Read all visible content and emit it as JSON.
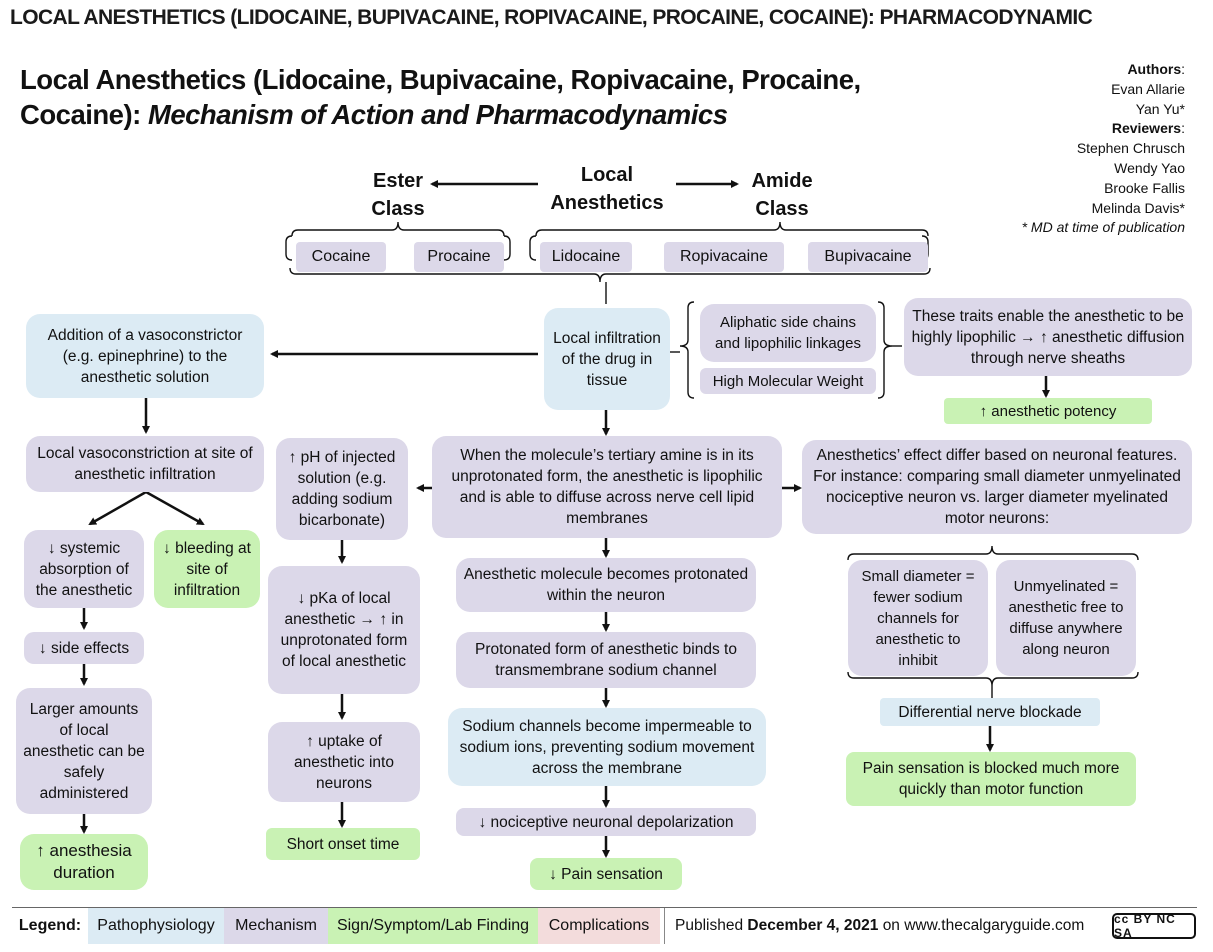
{
  "topbar": {
    "text": "LOCAL ANESTHETICS (LIDOCAINE, BUPIVACAINE, ROPIVACAINE, PROCAINE, COCAINE): PHARMACODYNAMIC"
  },
  "title": {
    "main": "Local Anesthetics (Lidocaine, Bupivacaine, Ropivacaine, Procaine, Cocaine):",
    "italic": "Mechanism of Action and Pharmacodynamics"
  },
  "credits": {
    "authors_label": "Authors",
    "authors": [
      "Evan Allarie",
      "Yan Yu*"
    ],
    "reviewers_label": "Reviewers",
    "reviewers": [
      "Stephen Chrusch",
      "Wendy Yao",
      "Brooke Fallis",
      "Melinda Davis*"
    ],
    "note": "* MD at time of publication"
  },
  "classes": {
    "ester": "Ester Class",
    "local": "Local Anesthetics",
    "amide": "Amide Class",
    "ester_drugs": [
      "Cocaine",
      "Procaine"
    ],
    "amide_drugs": [
      "Lidocaine",
      "Ropivacaine",
      "Bupivacaine"
    ]
  },
  "nodes": {
    "local_infiltration": "Local infiltration of the drug in tissue",
    "aliphatic": "Aliphatic side chains and lipophilic linkages",
    "high_mw": "High Molecular Weight",
    "traits": "These traits enable the anesthetic to be highly lipophilic → ↑ anesthetic diffusion through nerve sheaths",
    "potency": "↑ anesthetic potency",
    "vasoconstrictor": "Addition of a vasoconstrictor (e.g. epinephrine) to the anesthetic solution",
    "vasoconstriction": "Local vasoconstriction at site of anesthetic infiltration",
    "systemic": "↓ systemic absorption of the anesthetic",
    "bleeding": "↓ bleeding at site of infiltration",
    "side_effects": "↓ side effects",
    "larger_amounts": "Larger amounts of local anesthetic can be safely administered",
    "duration": "↑ anesthesia duration",
    "ph": "↑ pH of injected solution (e.g. adding sodium bicarbonate)",
    "pka": "↓ pKa of local anesthetic → ↑ in unprotonated form of local anesthetic",
    "uptake": "↑ uptake of anesthetic into neurons",
    "onset": "Short onset time",
    "tertiary": "When the molecule’s tertiary amine is in its unprotonated form, the anesthetic is lipophilic and is able to diffuse across nerve cell lipid membranes",
    "protonated": "Anesthetic molecule becomes protonated within the neuron",
    "binds": "Protonated form of anesthetic binds to transmembrane sodium channel",
    "impermeable": "Sodium channels become impermeable to sodium ions, preventing sodium movement across the membrane",
    "depolarization": "↓ nociceptive neuronal depolarization",
    "pain": "↓ Pain sensation",
    "differ": "Anesthetics’ effect differ based on neuronal features. For instance: comparing small diameter unmyelinated nociceptive neuron vs. larger diameter myelinated motor neurons:",
    "small_diameter": "Small diameter = fewer sodium channels for anesthetic to inhibit",
    "unmyelinated": "Unmyelinated = anesthetic free to diffuse anywhere along neuron",
    "differential": "Differential nerve blockade",
    "pain_blocked": "Pain sensation is blocked much more quickly than motor function"
  },
  "legend": {
    "label": "Legend:",
    "items": [
      "Pathophysiology",
      "Mechanism",
      "Sign/Symptom/Lab Finding",
      "Complications"
    ],
    "published_prefix": "Published ",
    "published_date": "December 4, 2021",
    "published_suffix": " on www.thecalgaryguide.com",
    "license": "cc BY NC SA"
  },
  "colors": {
    "pathophysiology": "#dcebf4",
    "mechanism": "#dcd8e9",
    "sign": "#c9f2b4",
    "complications": "#f3dcdc"
  }
}
